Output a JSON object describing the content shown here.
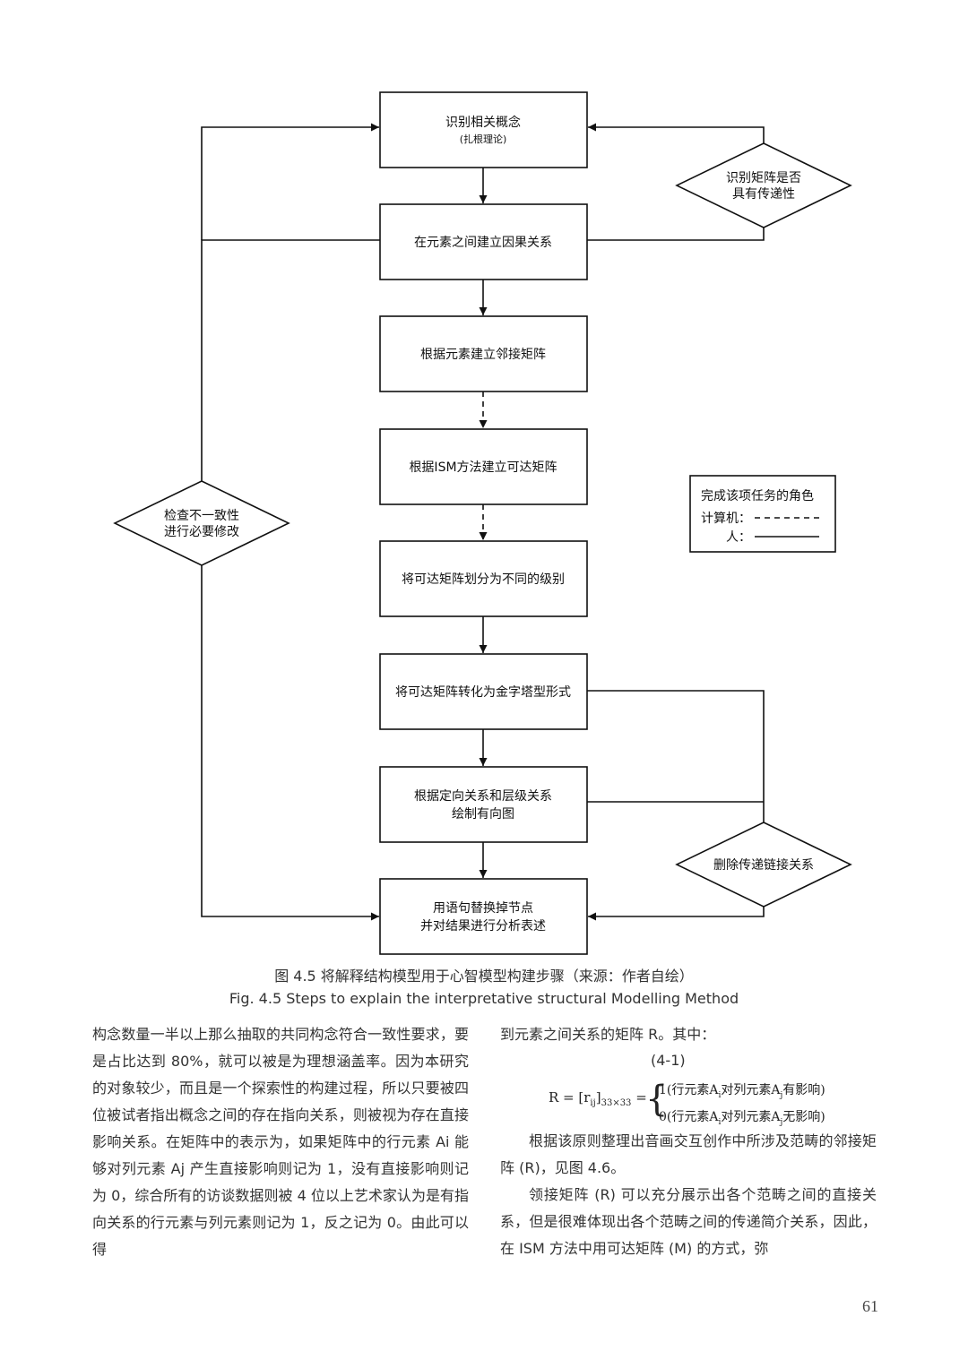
{
  "flowchart": {
    "boxes": [
      {
        "line1": "识别相关概念",
        "line2": "(扎根理论)"
      },
      {
        "line1": "在元素之间建立因果关系"
      },
      {
        "line1": "根据元素建立邻接矩阵"
      },
      {
        "line1": "根据ISM方法建立可达矩阵"
      },
      {
        "line1": "将可达矩阵划分为不同的级别"
      },
      {
        "line1": "将可达矩阵转化为金字塔型形式"
      },
      {
        "line1": "根据定向关系和层级关系",
        "line2": "绘制有向图"
      },
      {
        "line1": "用语句替换掉节点",
        "line2": "并对结果进行分析表述"
      }
    ],
    "diamond_left": {
      "line1": "检查不一致性",
      "line2": "进行必要修改"
    },
    "diamond_right_top": {
      "line1": "识别矩阵是否",
      "line2": "具有传递性"
    },
    "diamond_right_bottom": {
      "line1": "删除传递链接关系"
    },
    "legend": {
      "title": "完成该项任务的角色",
      "computer_label": "计算机：",
      "human_label": "人："
    }
  },
  "caption": {
    "cn": "图 4.5 将解释结构模型用于心智模型构建步骤（来源：作者自绘）",
    "en": "Fig. 4.5 Steps to explain the interpretative structural Modelling Method"
  },
  "left_column": {
    "text": "构念数量一半以上那么抽取的共同构念符合一致性要求，要是占比达到 80%，就可以被是为理想涵盖率。因为本研究的对象较少，而且是一个探索性的构建过程，所以只要被四位被试者指出概念之间的存在指向关系，则被视为存在直接影响关系。在矩阵中的表示为，如果矩阵中的行元素 Ai 能够对列元素 Aj 产生直接影响则记为 1，没有直接影响则记为 0，综合所有的访谈数据则被 4 位以上艺术家认为是有指向关系的行元素与列元素则记为 1，反之记为 0。由此可以得"
  },
  "right_column": {
    "intro": "到元素之间关系的矩阵 R。其中：",
    "eq_number": "(4-1)",
    "formula": {
      "lhs": "R = [r",
      "sub_ij": "ij",
      "rbr": "]",
      "sub_size": "33×33",
      "eq": "=",
      "case1": "1(行元素A",
      "case1_i": "i",
      "case1_mid": "对列元素A",
      "case1_j": "j",
      "case1_end": "有影响)",
      "case2": "0(行元素A",
      "case2_i": "i",
      "case2_mid": "对列元素A",
      "case2_j": "j",
      "case2_end": "无影响)"
    },
    "para2": "根据该原则整理出音画交互创作中所涉及范畴的邻接矩阵 (R)，见图 4.6。",
    "para3": "领接矩阵 (R) 可以充分展示出各个范畴之间的直接关系，但是很难体现出各个范畴之间的传递简介关系，因此，在 ISM 方法中用可达矩阵 (M) 的方式，弥"
  },
  "page_number": "61"
}
